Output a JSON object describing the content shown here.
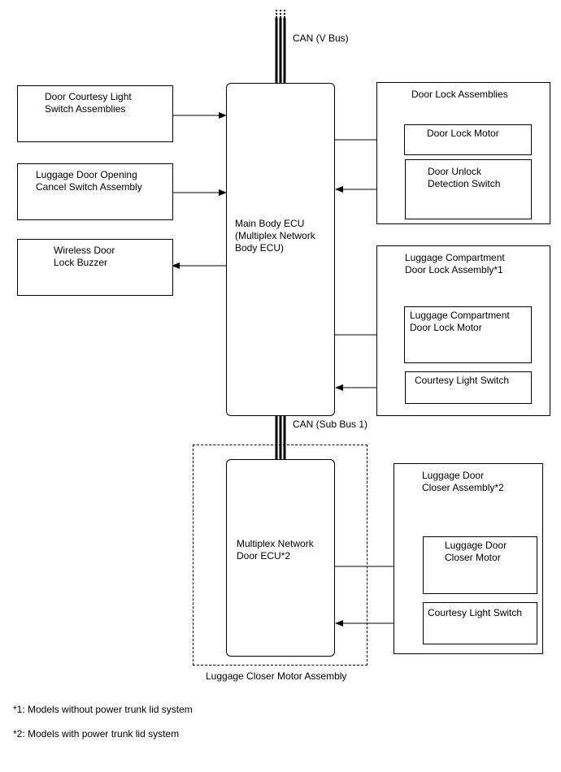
{
  "buses": {
    "top": "CAN (V Bus)",
    "bottom": "CAN (Sub Bus 1)"
  },
  "inputs": {
    "door_courtesy": "Door Courtesy Light\nSwitch Assemblies",
    "luggage_cancel": "Luggage Door Opening\nCancel Switch Assembly",
    "buzzer": "Wireless Door\nLock Buzzer"
  },
  "main_ecu": "Main Body ECU\n(Multiplex Network\nBody ECU)",
  "door_lock_group": {
    "title": "Door Lock Assemblies",
    "motor": "Door Lock Motor",
    "unlock_switch": "Door Unlock\nDetection Switch"
  },
  "luggage_lock_group": {
    "title": "Luggage Compartment\nDoor Lock Assembly*1",
    "motor": "Luggage Compartment\nDoor Lock Motor",
    "courtesy_switch": "Courtesy Light Switch"
  },
  "closer_motor_assembly": {
    "title": "Luggage Closer Motor Assembly",
    "ecu": "Multiplex Network\nDoor ECU*2"
  },
  "closer_group": {
    "title": "Luggage Door\nCloser Assembly*2",
    "motor": "Luggage Door\nCloser Motor",
    "courtesy_switch": "Courtesy Light Switch"
  },
  "footnotes": {
    "note1": "*1: Models without power trunk lid system",
    "note2": "*2: Models with power trunk lid system"
  }
}
